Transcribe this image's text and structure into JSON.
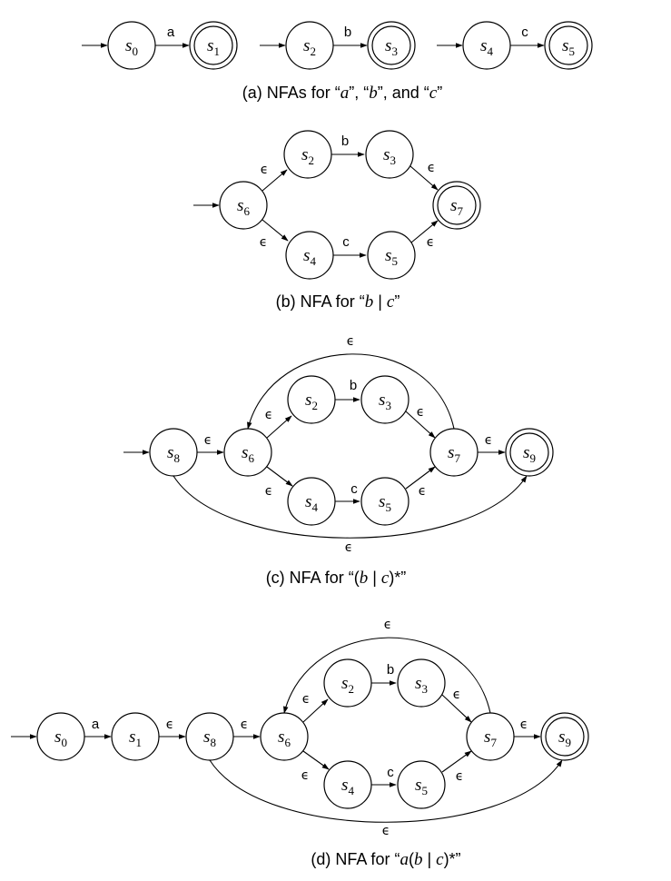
{
  "states": {
    "s0": {
      "base": "s",
      "sub": "0"
    },
    "s1": {
      "base": "s",
      "sub": "1"
    },
    "s2": {
      "base": "s",
      "sub": "2"
    },
    "s3": {
      "base": "s",
      "sub": "3"
    },
    "s4": {
      "base": "s",
      "sub": "4"
    },
    "s5": {
      "base": "s",
      "sub": "5"
    },
    "s6": {
      "base": "s",
      "sub": "6"
    },
    "s7": {
      "base": "s",
      "sub": "7"
    },
    "s8": {
      "base": "s",
      "sub": "8"
    },
    "s9": {
      "base": "s",
      "sub": "9"
    }
  },
  "symbols": {
    "a": "a",
    "b": "b",
    "c": "c",
    "epsilon": "ϵ"
  },
  "captions": {
    "a": {
      "prefix": "(a) NFAs for “",
      "t1": "a",
      "m1": "”, “",
      "t2": "b",
      "m2": "”, and “",
      "t3": "c",
      "suffix": "”"
    },
    "b": {
      "prefix": "(b) NFA for “",
      "t1": "b",
      "m1": " | ",
      "t2": "c",
      "suffix": "”"
    },
    "c": {
      "prefix": "(c) NFA for “(",
      "t1": "b",
      "m1": " | ",
      "t2": "c",
      "suffix": ")*”"
    },
    "d": {
      "prefix": "(d) NFA for “",
      "t1": "a",
      "m0": "(",
      "t2": "b",
      "m1": " | ",
      "t3": "c",
      "suffix": ")*”"
    }
  }
}
